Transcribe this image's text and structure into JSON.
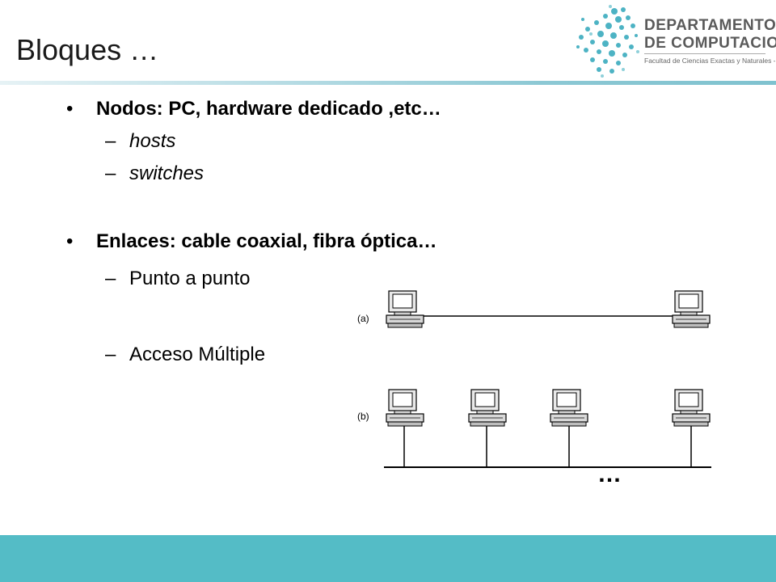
{
  "slide": {
    "title": "Bloques …"
  },
  "logo": {
    "line1": "DEPARTAMENTO",
    "line2": "DE COMPUTACION",
    "line3": "Facultad de Ciencias Exactas y Naturales - UBA",
    "dot_color": "#4db3c4"
  },
  "bullets": [
    {
      "marker": "•",
      "text": "Nodos: PC, hardware dedicado ,etc…",
      "subitems": [
        {
          "marker": "–",
          "text": "hosts"
        },
        {
          "marker": "–",
          "text": "switches"
        }
      ]
    },
    {
      "marker": "•",
      "text": "Enlaces: cable coaxial, fibra óptica…",
      "subitems": [
        {
          "marker": "–",
          "text": "Punto a punto"
        },
        {
          "marker": "–",
          "text": "Acceso Múltiple"
        }
      ]
    }
  ],
  "diagram": {
    "label_a": "(a)",
    "label_b": "(b)",
    "ellipsis": "…"
  },
  "colors": {
    "accent": "#54bcc6",
    "title_rule": "#8cc8d4"
  }
}
